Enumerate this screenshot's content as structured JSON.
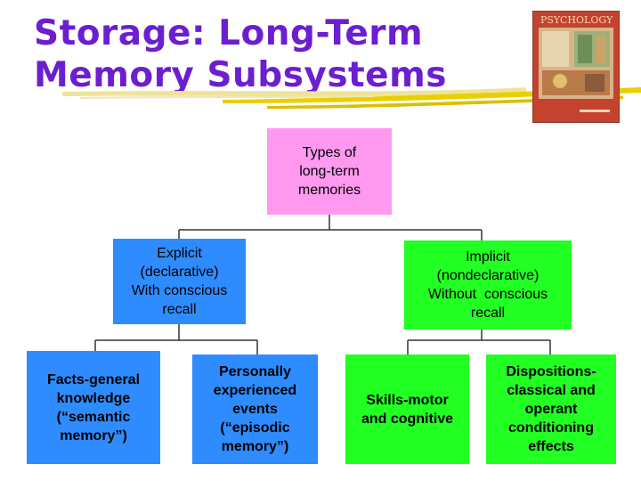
{
  "title": {
    "line1": "Storage: Long-Term",
    "line2": "Memory Subsystems"
  },
  "colors": {
    "title": "#6b1fd0",
    "root_box": "#ff99f0",
    "explicit_branch": "#2e8cff",
    "implicit_branch": "#22ff22",
    "underline": "#e8d000"
  },
  "book_cover": {
    "title": "PSYCHOLOGY"
  },
  "diagram": {
    "root": [
      "Types of",
      "long-term",
      "memories"
    ],
    "explicit": [
      "Explicit",
      "(declarative)",
      "With conscious",
      "recall"
    ],
    "implicit": [
      "Implicit",
      "(nondeclarative)",
      "Without  conscious",
      "recall"
    ],
    "semantic": [
      "Facts-general",
      "knowledge",
      "(“semantic",
      "memory”)"
    ],
    "episodic": [
      "Personally",
      "experienced",
      "events",
      "(“episodic",
      "memory”)"
    ],
    "skills": [
      "Skills-motor",
      "and cognitive"
    ],
    "dispositions": [
      "Dispositions-",
      "classical and",
      "operant",
      "conditioning",
      "effects"
    ]
  }
}
